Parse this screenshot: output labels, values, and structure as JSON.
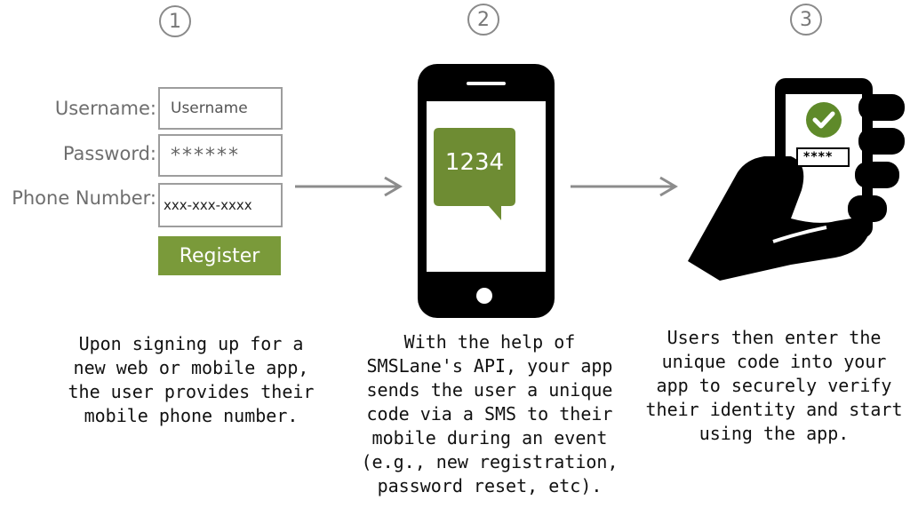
{
  "steps": [
    "1",
    "2",
    "3"
  ],
  "form": {
    "username_label": "Username:",
    "username_placeholder": "Username",
    "password_label": "Password:",
    "password_value": "******",
    "phone_label": "Phone Number:",
    "phone_value": "xxx-xxx-xxxx",
    "register_label": "Register"
  },
  "sms_code": "1234",
  "verify_code": "****",
  "captions": {
    "step1": [
      "Upon signing up for a",
      "new web or mobile app,",
      "the user provides their",
      "mobile phone number."
    ],
    "step2": [
      "With the help of",
      "SMSLane's API, your app",
      "sends the user a unique",
      "code via a SMS to their",
      "mobile during an event",
      "(e.g., new registration,",
      "password reset, etc)."
    ],
    "step3": [
      "Users then enter the",
      "unique code into your",
      "app to securely verify",
      "their identity and start",
      "using the app."
    ]
  },
  "colors": {
    "accent_green": "#7a9a3a",
    "dark_green": "#5f8a2a"
  },
  "icons": {
    "check": "check-circle-icon",
    "phone": "smartphone-icon",
    "hand": "hand-holding-phone-icon",
    "arrow": "arrow-right-icon"
  }
}
